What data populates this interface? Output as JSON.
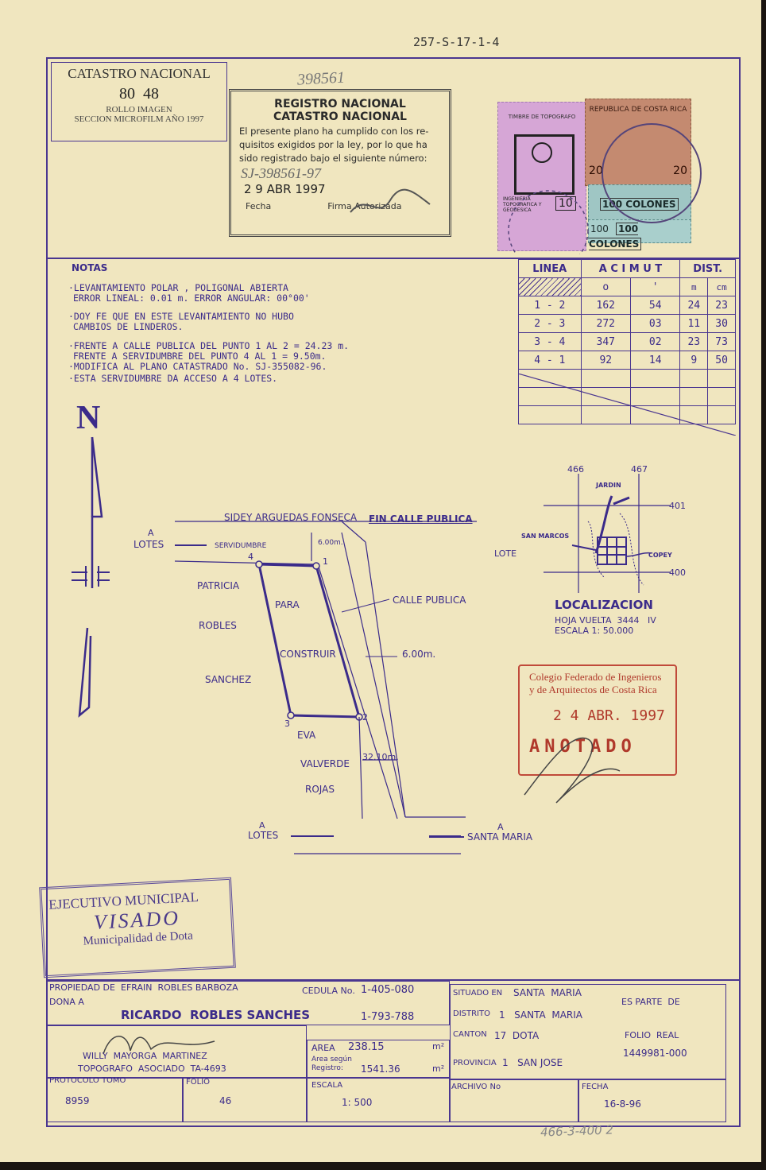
{
  "header": {
    "ref_code": "257-S-17-1-4",
    "registry_handwritten": "398561"
  },
  "catastro_box": {
    "title": "CATASTRO NACIONAL",
    "number": "80  48",
    "line1": "ROLLO IMAGEN",
    "line2": "SECCION MICROFILM AÑO 1997"
  },
  "registro_stamp": {
    "title1": "REGISTRO NACIONAL",
    "title2": "CATASTRO NACIONAL",
    "text1": "El presente plano ha cumplido con los re-",
    "text2": "quisitos exigidos por la ley, por lo que ha",
    "text3": "sido registrado bajo el siguiente número:",
    "number": "SJ-398561-97",
    "date": "2 9 ABR 1997",
    "fecha_label": "Fecha",
    "firma_label": "Firma Autorizada"
  },
  "timbres": {
    "t1_top": "TIMBRE DE TOPOGRAFO",
    "t1_bottom": "INGENIERIA TOPOGRAFICA Y GEODESICA",
    "t1_value": "10",
    "t2_top": "REPUBLICA DE COSTA RICA",
    "t2_value": "20",
    "t3_text": "100 COLONES",
    "t4_text": "100 COLONES",
    "t4_value": "100"
  },
  "notas": {
    "title": "NOTAS",
    "n1a": "·LEVANTAMIENTO POLAR , POLIGONAL ABIERTA",
    "n1b": "ERROR LINEAL: 0.01 m.   ERROR ANGULAR: 00°00'",
    "n2a": "·DOY FE QUE EN ESTE LEVANTAMIENTO NO HUBO",
    "n2b": "CAMBIOS DE LINDEROS.",
    "n3a": "·FRENTE A CALLE PUBLICA DEL PUNTO 1 AL 2 = 24.23 m.",
    "n3b": "FRENTE A SERVIDUMBRE DEL PUNTO 4 AL 1 = 9.50m.",
    "n4": "·MODIFICA AL PLANO CATASTRADO No. SJ-355082-96.",
    "n5": "·ESTA SERVIDUMBRE DA ACCESO A 4 LOTES."
  },
  "rumbos": {
    "h_linea": "LINEA",
    "h_acimut": "A C I  M U T",
    "h_dist": "DIST.",
    "h_deg": "o",
    "h_min": "'",
    "h_m": "m",
    "h_cm": "cm",
    "rows": [
      {
        "linea": "1 - 2",
        "deg": "162",
        "min": "54",
        "m": "24",
        "cm": "23"
      },
      {
        "linea": "2 - 3",
        "deg": "272",
        "min": "03",
        "m": "11",
        "cm": "30"
      },
      {
        "linea": "3 - 4",
        "deg": "347",
        "min": "02",
        "m": "23",
        "cm": "73"
      },
      {
        "linea": "4 - 1",
        "deg": "92",
        "min": "14",
        "m": "9",
        "cm": "50"
      }
    ]
  },
  "norte": {
    "letter": "N"
  },
  "plano": {
    "top_owner": "SIDEY ARGUEDAS FONSECA",
    "fin_calle": "FIN CALLE PUBLICA",
    "a_lotes_top_a": "A",
    "a_lotes_top": "LOTES",
    "servidumbre": "SERVIDUMBRE",
    "ancho_serv": "6.00m.",
    "left1": "PATRICIA",
    "left2": "ROBLES",
    "left3": "SANCHEZ",
    "center1": "PARA",
    "center2": "CONSTRUIR",
    "calle_publica": "CALLE PUBLICA",
    "ancho_calle": "6.00m.",
    "bottom1": "EVA",
    "bottom2": "VALVERDE",
    "bottom3": "ROJAS",
    "dist_bottom": "32.10m.",
    "a_lotes_bot_a": "A",
    "a_lotes_bot": "LOTES",
    "santa_maria_a": "A",
    "santa_maria": "SANTA MARIA",
    "p1": "1",
    "p2": "2",
    "p3": "3",
    "p4": "4"
  },
  "localizacion": {
    "c66": "466",
    "c67": "467",
    "c01": "401",
    "c00": "400",
    "jardin": "JARDIN",
    "san_marcos": "SAN MARCOS",
    "lote": "LOTE",
    "copey": "COPEY",
    "title": "LOCALIZACION",
    "hoja": "HOJA VUELTA  3444   IV",
    "escala": "ESCALA  1: 50.000"
  },
  "colegio_stamp": {
    "line1": "Colegio Federado de Ingenieros",
    "line2": "y de Arquitectos de Costa Rica",
    "date": "2 4  ABR. 1997",
    "anotado": "ANOTADO"
  },
  "municipal_stamp": {
    "line1": "EJECUTIVO MUNICIPAL",
    "line2": "VISADO",
    "line3": "Municipalidad de Dota"
  },
  "footer": {
    "propiedad_label": "PROPIEDAD DE",
    "propiedad": "EFRAIN  ROBLES BARBOZA",
    "cedula_label": "CEDULA No.",
    "cedula1": "1-405-080",
    "dona_label": "DONA A",
    "dona": "RICARDO  ROBLES SANCHES",
    "cedula2": "1-793-788",
    "situado_label": "SITUADO EN",
    "situado": "SANTA  MARIA",
    "es_parte": "ES PARTE  DE",
    "distrito_label": "DISTRITO",
    "distrito": "1   SANTA  MARIA",
    "canton_label": "CANTON",
    "canton": "17  DOTA",
    "folio_real_label": "FOLIO  REAL",
    "folio_real": "1449981-000",
    "provincia_label": "PROVINCIA",
    "provincia": "1   SAN JOSE",
    "topografo1": "WILLY  MAYORGA  MARTINEZ",
    "topografo2": "TOPOGRAFO  ASOCIADO  TA-4693",
    "area_label": "AREA",
    "area": "238.15",
    "m2": "m²",
    "area_reg_label1": "Area según",
    "area_reg_label2": "Registro:",
    "area_reg": "1541.36",
    "m2b": "m²",
    "protocolo_label": "PROTOCOLO TOMO",
    "protocolo": "8959",
    "folio_label": "FOLIO",
    "folio": "46",
    "escala_label": "ESCALA",
    "escala": "1: 500",
    "archivo_label": "ARCHIVO No",
    "fecha_label": "FECHA",
    "fecha": "16-8-96"
  },
  "bottom_handwritten": "466-3-400 2"
}
